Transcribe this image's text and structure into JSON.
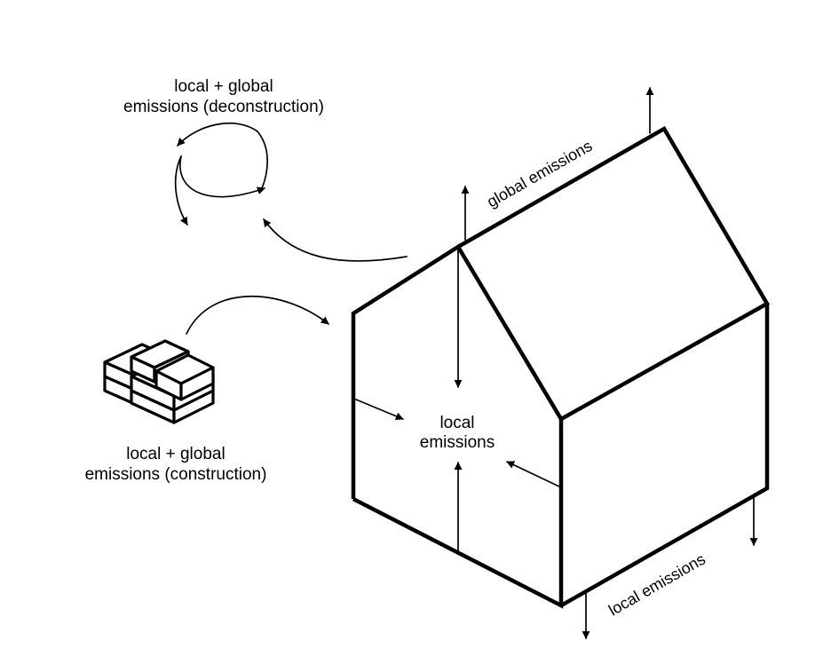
{
  "labels": {
    "deconstruction_line1": "local + global",
    "deconstruction_line2": "emissions (deconstruction)",
    "construction_line1": "local + global",
    "construction_line2": "emissions (construction)",
    "interior_line1": "local",
    "interior_line2": "emissions",
    "roof_label": "global emissions",
    "base_label": "local emissions"
  },
  "colors": {
    "stroke": "#000000",
    "background": "#ffffff"
  }
}
